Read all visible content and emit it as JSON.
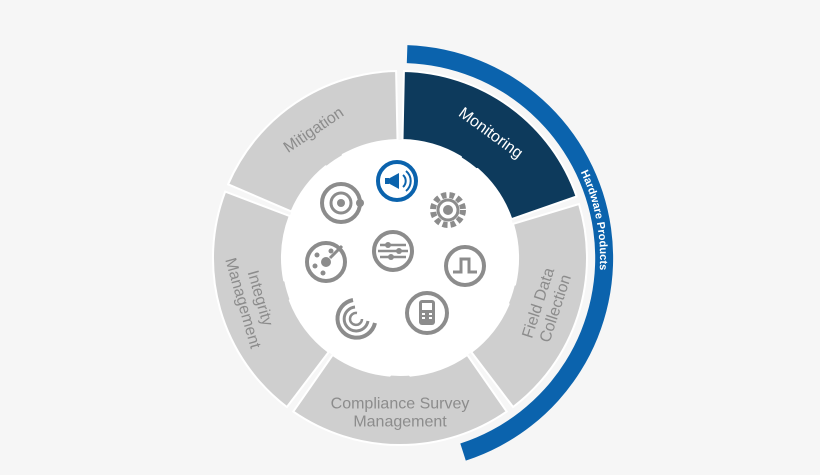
{
  "colors": {
    "background": "#f6f6f6",
    "segment_fill": "#cfcfcf",
    "segment_text": "#8c8c8c",
    "active_fill": "#0d3a5c",
    "active_text": "#ffffff",
    "accent_arc": "#0b63ad",
    "icon_gray": "#8c8c8c",
    "icon_active": "#0b63ad"
  },
  "segments": [
    {
      "id": "mitigation",
      "lines": [
        "Mitigation"
      ],
      "active": false
    },
    {
      "id": "monitoring",
      "lines": [
        "Monitoring"
      ],
      "active": true
    },
    {
      "id": "field-data-collection",
      "lines": [
        "Field Data",
        "Collection"
      ],
      "active": false
    },
    {
      "id": "compliance-survey-management",
      "lines": [
        "Compliance Survey",
        "Management"
      ],
      "active": false
    },
    {
      "id": "integrity-management",
      "lines": [
        "Integrity",
        "Management"
      ],
      "active": false
    }
  ],
  "outer_arc": {
    "label": "Hardware Products"
  },
  "icons": [
    {
      "name": "megaphone-icon",
      "active": true
    },
    {
      "name": "target-icon",
      "active": false
    },
    {
      "name": "gear-icon",
      "active": false
    },
    {
      "name": "network-globe-icon",
      "active": false
    },
    {
      "name": "sliders-globe-icon",
      "active": false
    },
    {
      "name": "square-wave-icon",
      "active": false
    },
    {
      "name": "crescent-icon",
      "active": false
    },
    {
      "name": "handheld-device-icon",
      "active": false
    }
  ]
}
